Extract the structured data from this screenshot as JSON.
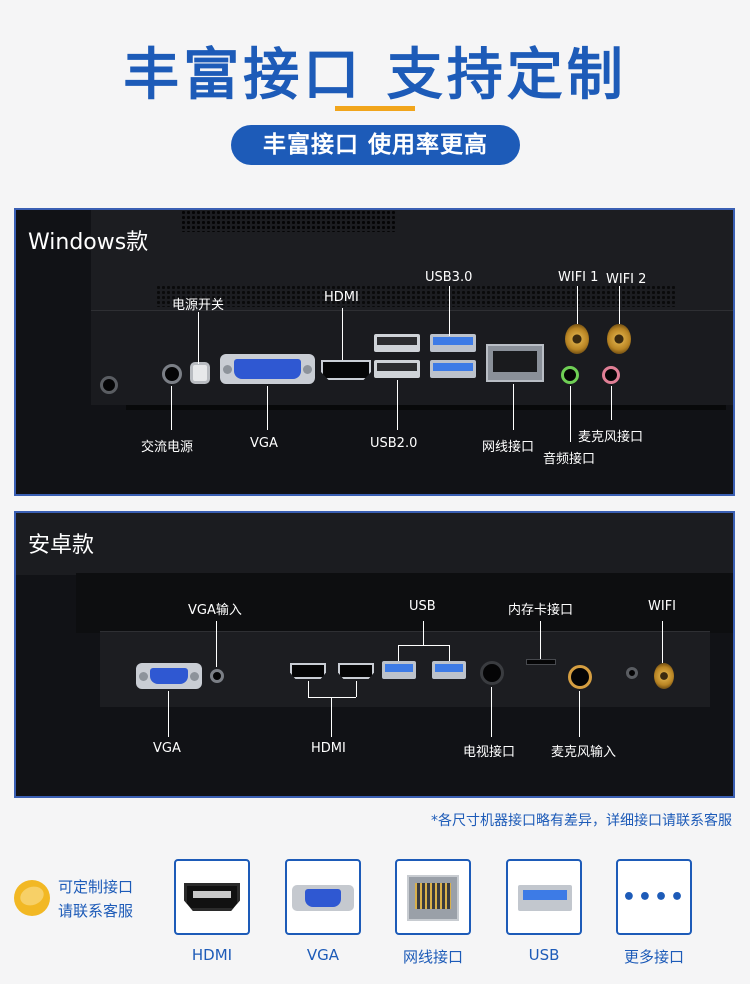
{
  "header": {
    "title": "丰富接口  支持定制",
    "subtitle": "丰富接口  使用率更高"
  },
  "windows_panel": {
    "title": "Windows款",
    "labels": {
      "power_switch": "电源开关",
      "hdmi": "HDMI",
      "usb3": "USB3.0",
      "wifi1": "WIFI 1",
      "wifi2": "WIFI 2",
      "ac_power": "交流电源",
      "vga": "VGA",
      "usb2": "USB2.0",
      "lan": "网线接口",
      "mic": "麦克风接口",
      "audio": "音频接口"
    }
  },
  "android_panel": {
    "title": "安卓款",
    "labels": {
      "vga_in": "VGA输入",
      "usb": "USB",
      "card": "内存卡接口",
      "wifi": "WIFI",
      "vga": "VGA",
      "hdmi": "HDMI",
      "tv": "电视接口",
      "mic_in": "麦克风输入"
    }
  },
  "footnote": "*各尺寸机器接口略有差异，详细接口请联系客服",
  "custom": {
    "line1": "可定制接口",
    "line2": "请联系客服"
  },
  "icons": [
    {
      "name": "hdmi-icon",
      "label": "HDMI"
    },
    {
      "name": "vga-icon",
      "label": "VGA"
    },
    {
      "name": "rj45-icon",
      "label": "网线接口"
    },
    {
      "name": "usb-icon",
      "label": "USB"
    },
    {
      "name": "more-icon",
      "label": "更多接口",
      "glyph": "••••"
    }
  ],
  "colors": {
    "brand_blue": "#1d5bb8",
    "accent_orange": "#f1a51c"
  }
}
